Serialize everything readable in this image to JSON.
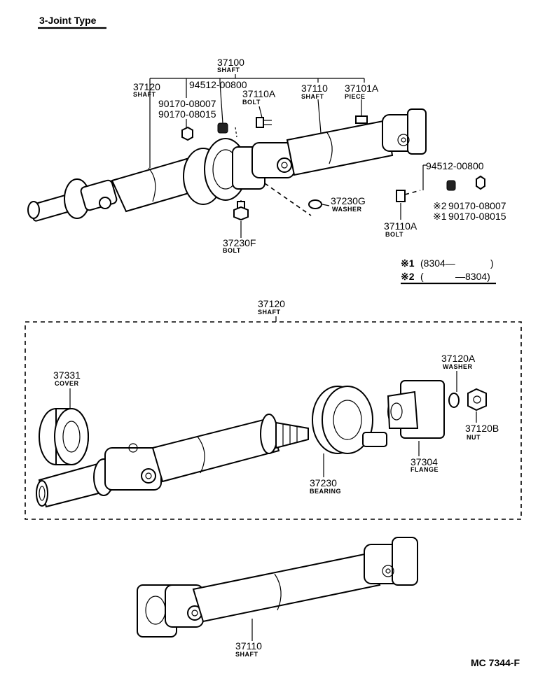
{
  "title": "3-Joint Type",
  "drawing_code": "MC 7344-F",
  "top_assembly": {
    "shaft_assy": {
      "number": "37100",
      "name": "SHAFT"
    },
    "front_shaft": {
      "number": "37120",
      "name": "SHAFT"
    },
    "nut_group": {
      "n1": "94512-00800",
      "n2": "90170-08007",
      "n3": "90170-08015"
    },
    "bolt_upper": {
      "number": "37110A",
      "name": "BOLT"
    },
    "rear_shaft": {
      "number": "37110",
      "name": "SHAFT"
    },
    "piece": {
      "number": "37101A",
      "name": "PIECE"
    },
    "washer": {
      "number": "37230G",
      "name": "WASHER"
    },
    "bolt_lower": {
      "number": "37230F",
      "name": "BOLT"
    },
    "bolt_rear": {
      "number": "37110A",
      "name": "BOLT"
    },
    "rear_nut_group": {
      "n1": "94512-00800",
      "n2": "90170-08007",
      "n3": "90170-08015",
      "mark2": "※2",
      "mark1": "※1"
    }
  },
  "footnote": {
    "line1_mark": "※1",
    "line1_text": "(8304—",
    "line1_close": ")",
    "line2_mark": "※2",
    "line2_text": "(",
    "line2_range": "—8304)"
  },
  "detail_assembly": {
    "header": {
      "number": "37120",
      "name": "SHAFT"
    },
    "cover": {
      "number": "37331",
      "name": "COVER"
    },
    "washer": {
      "number": "37120A",
      "name": "WASHER"
    },
    "nut": {
      "number": "37120B",
      "name": "NUT"
    },
    "flange": {
      "number": "37304",
      "name": "FLANGE"
    },
    "bearing": {
      "number": "37230",
      "name": "BEARING"
    }
  },
  "bottom_assembly": {
    "shaft": {
      "number": "37110",
      "name": "SHAFT"
    }
  }
}
